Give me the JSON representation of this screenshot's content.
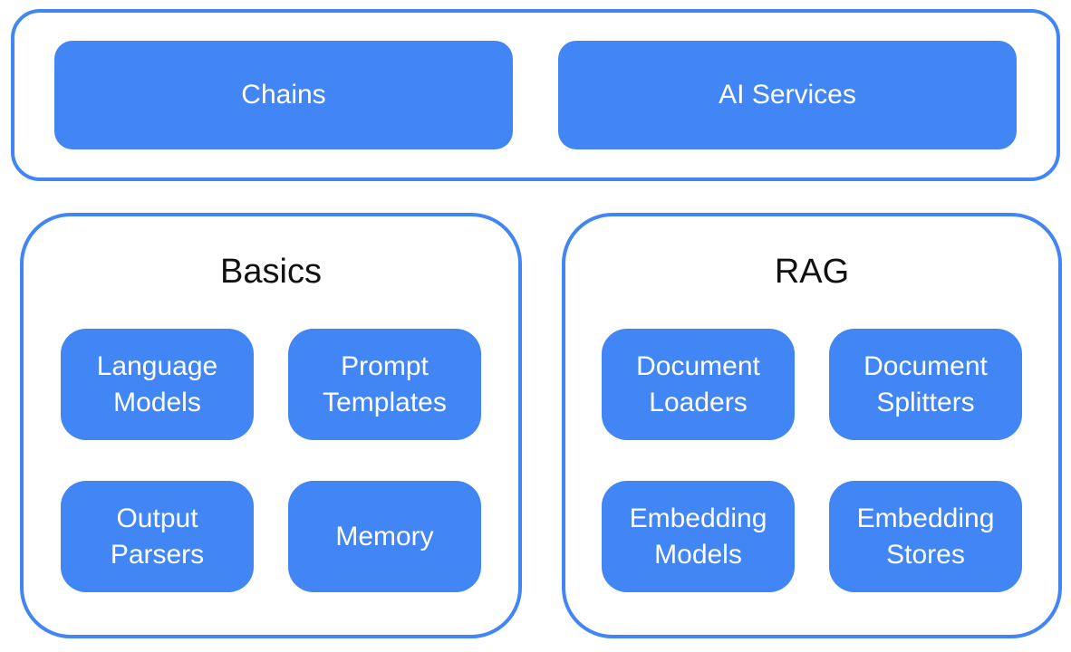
{
  "colors": {
    "accent": "#4285f4",
    "node_text": "#ffffff",
    "title_text": "#111111",
    "page_bg": "#ffffff"
  },
  "top_group": {
    "nodes": [
      {
        "label": "Chains"
      },
      {
        "label": "AI Services"
      }
    ]
  },
  "groups": [
    {
      "title": "Basics",
      "nodes": [
        {
          "label": "Language Models"
        },
        {
          "label": "Prompt Templates"
        },
        {
          "label": "Output Parsers"
        },
        {
          "label": "Memory"
        }
      ]
    },
    {
      "title": "RAG",
      "nodes": [
        {
          "label": "Document Loaders"
        },
        {
          "label": "Document Splitters"
        },
        {
          "label": "Embedding Models"
        },
        {
          "label": "Embedding Stores"
        }
      ]
    }
  ]
}
